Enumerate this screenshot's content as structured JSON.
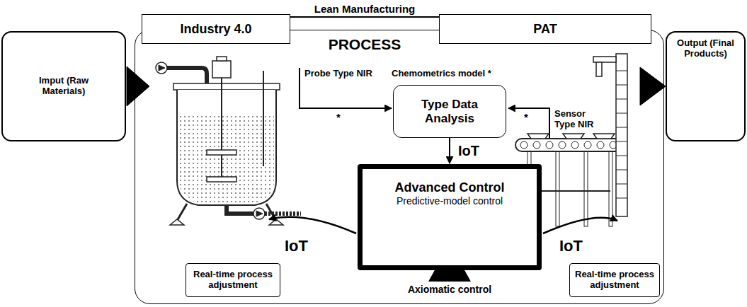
{
  "diagram": {
    "nodes": [
      {
        "text": [
          "Imput (Raw Materials)"
        ]
      },
      {
        "text": [
          "Industry 4.0"
        ]
      },
      {
        "text": [
          "PAT"
        ]
      },
      {
        "text": [
          "PROCESS"
        ]
      },
      {
        "text": [
          "Type Data Analysis"
        ],
        "in": 3
      },
      {
        "text": [
          "Advanced Control",
          "Predictive-model control"
        ],
        "in": 3
      },
      {
        "text": [
          "Real-time process adjustment"
        ],
        "in": 3
      },
      {
        "text": [
          "Real-time process adjustment"
        ],
        "in": 3
      },
      {
        "text": [
          "Output (Final Products)"
        ]
      }
    ],
    "edges": [
      {
        "from": 0,
        "to": 3,
        "arrow": "to"
      },
      {
        "from": 3,
        "to": 8,
        "arrow": "to"
      },
      {
        "from": 1,
        "to": 2,
        "label": "Lean Manufacturing",
        "arrow": "none"
      },
      {
        "from": 4,
        "to": 5,
        "label": "IoT",
        "arrow": "to"
      }
    ],
    "labels": [
      "Probe Type NIR",
      "Chemometrics model *",
      "*",
      "Sensor Type NIR",
      "*",
      "IoT",
      "IoT",
      "Axiomatic control"
    ]
  }
}
